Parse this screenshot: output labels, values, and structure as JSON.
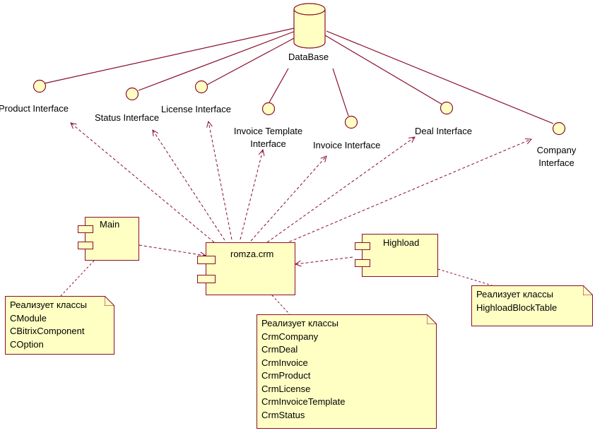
{
  "database": {
    "label": "DataBase"
  },
  "interfaces": [
    {
      "key": "product",
      "lines": [
        "Product Interface"
      ]
    },
    {
      "key": "status",
      "lines": [
        "Status Interface"
      ]
    },
    {
      "key": "license",
      "lines": [
        "License Interface"
      ]
    },
    {
      "key": "invoice-template",
      "lines": [
        "Invoice Template",
        "Interface"
      ]
    },
    {
      "key": "invoice",
      "lines": [
        "Invoice Interface"
      ]
    },
    {
      "key": "deal",
      "lines": [
        "Deal Interface"
      ]
    },
    {
      "key": "company",
      "lines": [
        "Company",
        "Interface"
      ]
    }
  ],
  "components": {
    "main": {
      "label": "Main"
    },
    "romza": {
      "label": "romza.crm"
    },
    "highload": {
      "label": "Highload"
    }
  },
  "notes": {
    "main": [
      "Реализует классы",
      "CModule",
      "CBitrixComponent",
      "COption"
    ],
    "romza": [
      "Реализует классы",
      "CrmCompany",
      "CrmDeal",
      "CrmInvoice",
      "CrmProduct",
      "CrmLicense",
      "CrmInvoiceTemplate",
      "CrmStatus"
    ],
    "highload": [
      "Реализует классы",
      "HighloadBlockTable"
    ]
  },
  "colors": {
    "line": "#8a0e2a",
    "fill": "#ffffc4"
  }
}
